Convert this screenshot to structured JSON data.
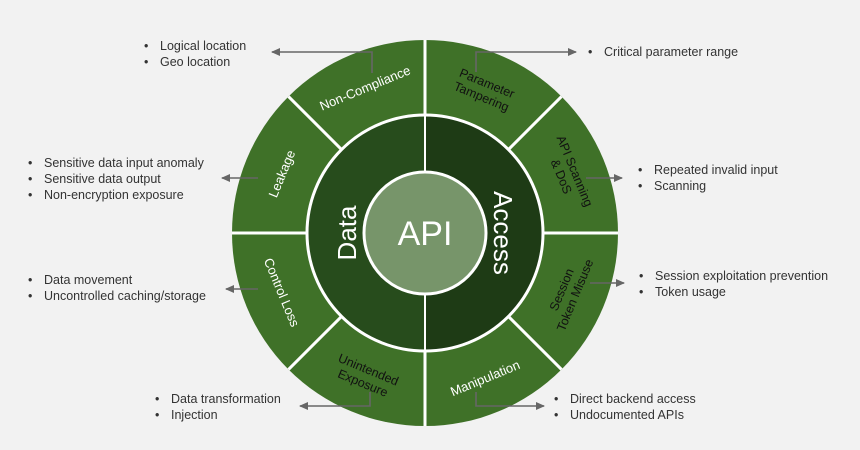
{
  "center": {
    "label": "API"
  },
  "halves": {
    "left": "Data",
    "right": "Access"
  },
  "colors": {
    "background": "#f2f2f2",
    "outer_ring": "#3f7128",
    "inner_left": "#274c1c",
    "inner_right": "#1e3b15",
    "center": "#77956a",
    "separator": "#ffffff",
    "arrow": "#666666"
  },
  "segments": [
    {
      "id": "non-compliance",
      "label_lines": [
        "Non-Compliance"
      ],
      "bullets": [
        "Logical location",
        "Geo location"
      ]
    },
    {
      "id": "leakage",
      "label_lines": [
        "Leakage"
      ],
      "bullets": [
        "Sensitive data input anomaly",
        "Sensitive data output",
        "Non-encryption exposure"
      ]
    },
    {
      "id": "control-loss",
      "label_lines": [
        "Control Loss"
      ],
      "bullets": [
        "Data movement",
        "Uncontrolled caching/storage"
      ]
    },
    {
      "id": "manipulation",
      "label_lines": [
        "Manipulation"
      ],
      "bullets": [
        "Data transformation",
        "Injection"
      ]
    },
    {
      "id": "parameter-tampering",
      "label_lines": [
        "Parameter",
        "Tampering"
      ],
      "bullets": [
        "Critical parameter range"
      ]
    },
    {
      "id": "api-scanning-dos",
      "label_lines": [
        "API Scanning",
        "& DoS"
      ],
      "bullets": [
        "Repeated invalid input",
        "Scanning"
      ]
    },
    {
      "id": "session-token-misuse",
      "label_lines": [
        "Session",
        "Token Misuse"
      ],
      "bullets": [
        "Session exploitation prevention",
        "Token usage"
      ]
    },
    {
      "id": "unintended-exposure",
      "label_lines": [
        "Unintended",
        "Exposure"
      ],
      "bullets": [
        "Direct backend access",
        "Undocumented APIs"
      ]
    }
  ]
}
